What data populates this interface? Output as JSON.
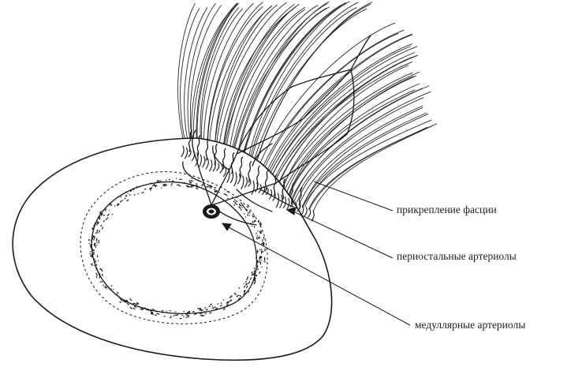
{
  "labels": {
    "fascia_attachment": "прикрепление фасции",
    "periosteal_arterioles": "периостальные артериолы",
    "medullary_arterioles": "медуллярные артериолы"
  },
  "colors": {
    "ink": "#1a1a1a",
    "background": "#ffffff"
  }
}
